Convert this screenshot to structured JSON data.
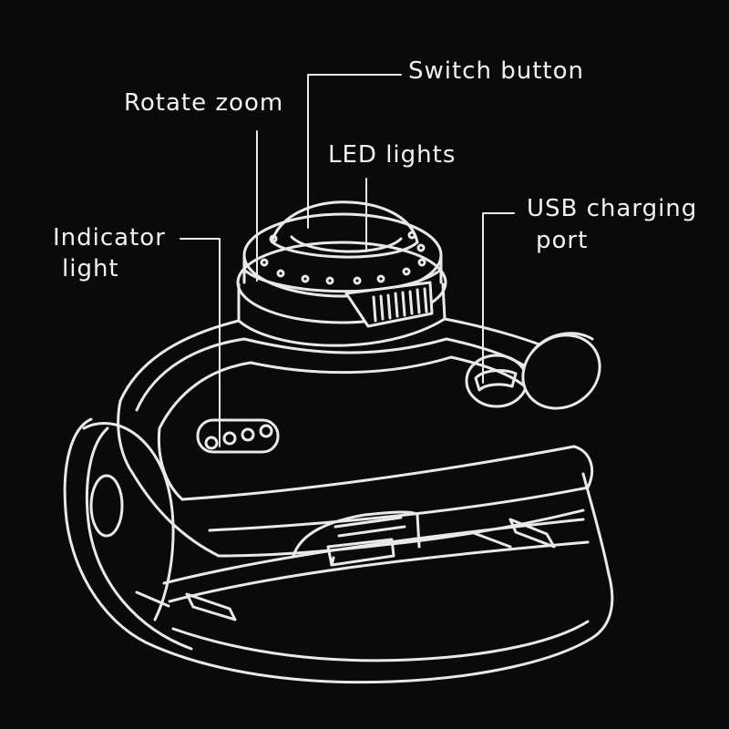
{
  "labels": {
    "switch_button": "Switch button",
    "rotate_zoom": "Rotate zoom",
    "led_lights": "LED lights",
    "indicator_line1": "Indicator",
    "indicator_line2": "light",
    "usb_line1": "USB charging",
    "usb_line2": "port"
  },
  "colors": {
    "background": "#0a0a0a",
    "outline": "#e9e9e9",
    "text": "#f2f2f2"
  }
}
